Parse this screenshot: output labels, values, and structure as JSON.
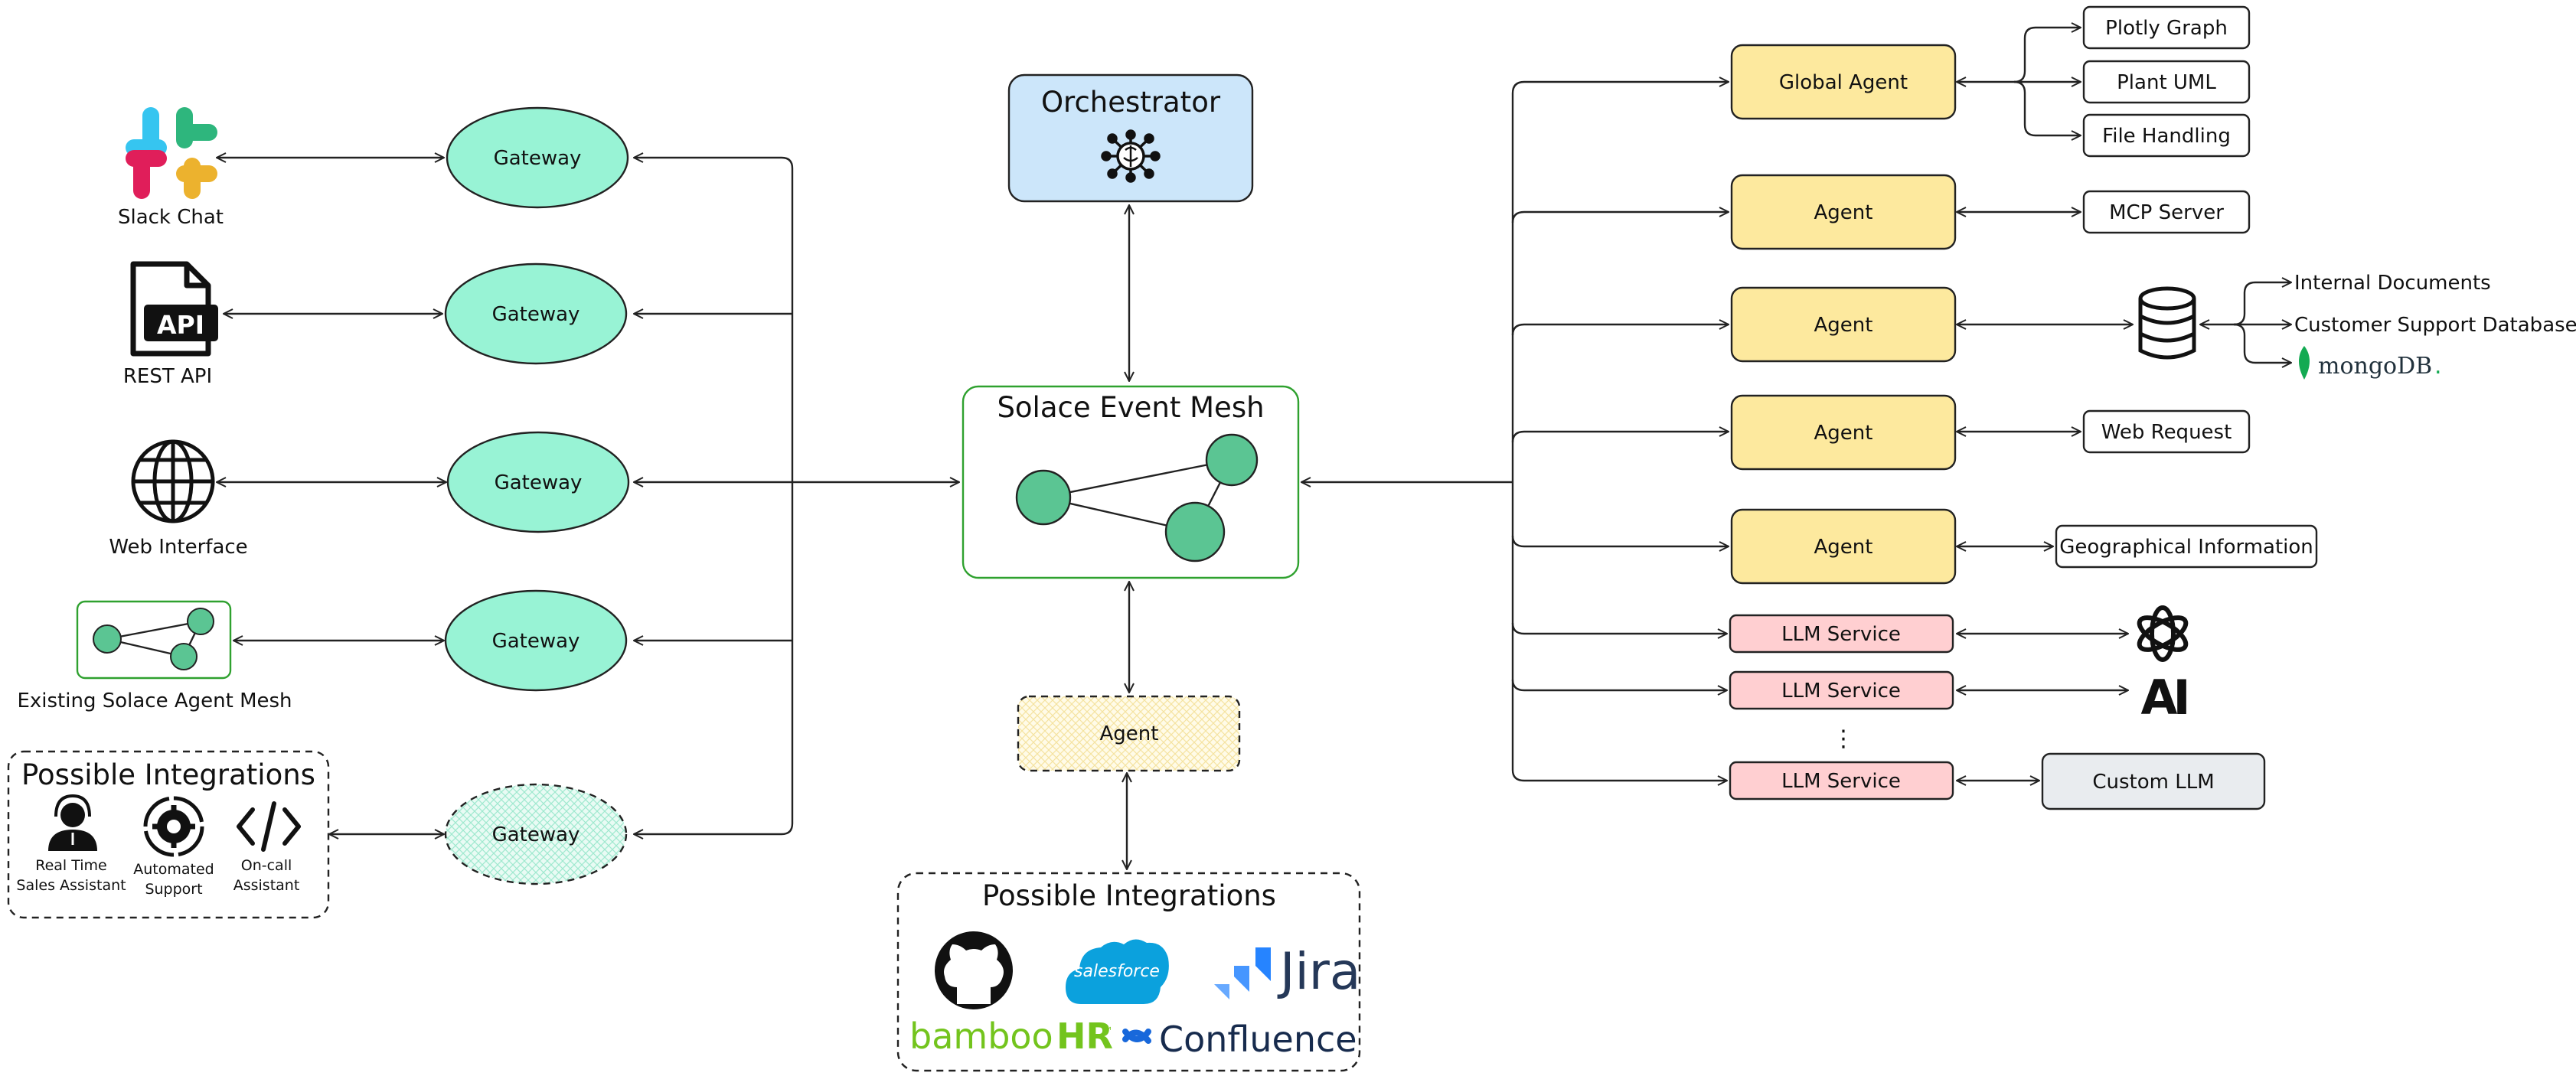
{
  "sources": {
    "slack": "Slack Chat",
    "rest": "REST API",
    "rest_icon_text": "API",
    "web": "Web Interface",
    "mesh": "Existing Solace Agent Mesh"
  },
  "gateway_label": "Gateway",
  "left_integrations": {
    "title": "Possible Integrations",
    "items": [
      {
        "line1": "Real Time",
        "line2": "Sales Assistant"
      },
      {
        "line1": "Automated",
        "line2": "Support"
      },
      {
        "line1": "On-call",
        "line2": "Assistant"
      }
    ]
  },
  "orchestrator": {
    "title": "Orchestrator"
  },
  "event_mesh": {
    "title": "Solace Event Mesh"
  },
  "center_agent": {
    "label": "Agent"
  },
  "bottom_integrations": {
    "title": "Possible Integrations",
    "logos": {
      "salesforce": "salesforce",
      "jira": "Jira",
      "bamboo": "bamboo",
      "bamboo_hr": "HR",
      "bamboo_tm": "™",
      "confluence": "Confluence"
    }
  },
  "agents": {
    "global": "Global Agent",
    "agent": "Agent"
  },
  "tools": {
    "plotly": "Plotly Graph",
    "plantuml": "Plant UML",
    "files": "File Handling",
    "mcp": "MCP Server",
    "web_request": "Web Request",
    "geo": "Geographical Information"
  },
  "databases": {
    "internal": "Internal Documents",
    "support": "Customer Support Database",
    "mongo": "mongoDB",
    "mongo_dot": "."
  },
  "llm": {
    "service": "LLM Service",
    "custom": "Custom LLM",
    "ellipsis": "⋮",
    "anthropic_mark": "AI"
  },
  "colors": {
    "gateway": "#98f3d5",
    "orchestrator": "#cce6fa",
    "agent": "#fde99e",
    "llm": "#ffcfd1",
    "mesh_node": "#5bc593",
    "mesh_border": "#2fa12f",
    "custom_llm": "#e9ecef",
    "salesforce": "#0ba1dd",
    "jira": "#2684ff",
    "bamboo": "#73c41d",
    "confluence": "#1868db",
    "mongo": "#13aa52"
  }
}
